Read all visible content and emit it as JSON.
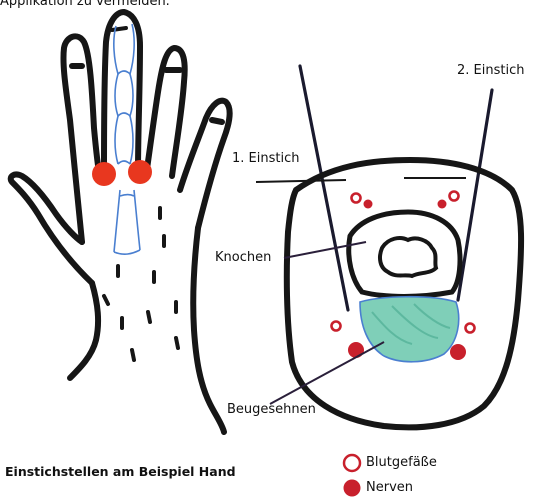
{
  "top_text": "Applikation zu vermeiden.",
  "labels": {
    "einstich_1": "1. Einstich",
    "einstich_2": "2. Einstich",
    "knochen": "Knochen",
    "beugesehnen": "Beugesehnen"
  },
  "caption": "Einstichstellen am Beispiel Hand",
  "legend": {
    "vessels": "Blutgefäße",
    "nerves": "Nerven"
  },
  "colors": {
    "outline": "#161616",
    "bone_blue": "#4a7fd0",
    "tendon_fill": "#7fcfb8",
    "marker_red": "#c8202c",
    "injection_orange": "#e8371f"
  }
}
